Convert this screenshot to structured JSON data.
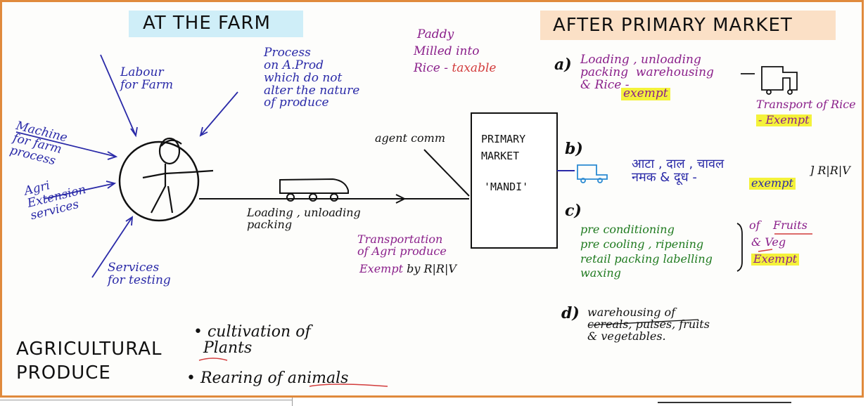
{
  "colors": {
    "frame": "#e08a3c",
    "blue_ink": "#2a2aa8",
    "purple_ink": "#8a1f8a",
    "green_ink": "#1f7a1f",
    "red_ink": "#d23b3b",
    "highlight_yellow": "#f4f23a",
    "header_blue_bg": "#cfeef8",
    "header_peach_bg": "#fbe0c6"
  },
  "headers": {
    "farm": "AT THE FARM",
    "after_market": "AFTER PRIMARY MARKET"
  },
  "farm": {
    "labour": "Labour\nfor Farm",
    "process": "Process\non A.Prod\nwhich do not\nalter the nature\nof produce",
    "machine": "Machine\nfor farm\nprocess",
    "agri_ext": "Agri\nExtension\nservices",
    "testing": "Services\nfor testing"
  },
  "paddy": {
    "line1": "Paddy",
    "line2": "Milled into",
    "rice": "Rice -",
    "taxable": "taxable"
  },
  "agent_comm": "agent comm",
  "loading": "Loading , unloading\npacking",
  "transport": {
    "text": "Transportation\nof Agri produce",
    "exempt": "Exempt",
    "by": "by R|R|V"
  },
  "market": {
    "line1": "PRIMARY",
    "line2": "MARKET",
    "line3": "'MANDI'"
  },
  "after": {
    "a_label": "a)",
    "a_text": "Loading , unloading\npacking  warehousing\n& Rice -",
    "a_exempt": "exempt",
    "a_transport": "Transport of Rice",
    "a_transport_exempt": "- Exempt",
    "b_label": "b)",
    "b_text": "आटा , दाल , चावल\nनमक & दूध -",
    "b_exempt": "exempt",
    "b_rrv": "] R|R|V",
    "c_label": "c)",
    "c_text": "pre conditioning\npre cooling , ripening\nretail packing labelling\nwaxing",
    "c_of": "of",
    "c_fruits": "Fruits",
    "c_veg": "& Veg",
    "c_exempt": "Exempt",
    "d_label": "d)",
    "d_text": "warehousing of\ncereals, pulses, fruits\n& vegetables."
  },
  "agri": {
    "title": "AGRICULTURAL\nPRODUCE",
    "item1": "• cultivation of\n  Plants",
    "item2": "• Rearing of animals"
  }
}
